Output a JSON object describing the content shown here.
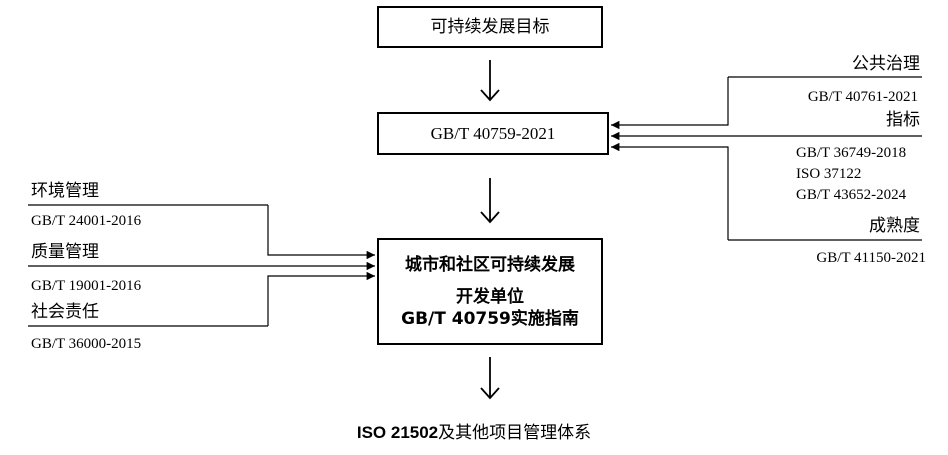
{
  "top_goal": "可持续发展目标",
  "core_standard": "GB/T 40759-2021",
  "center_box": {
    "line1": "城市和社区可持续发展",
    "line2": "开发单位",
    "line3": "GB/T 40759实施指南"
  },
  "bottom": {
    "bold_part": "ISO 21502",
    "rest": "及其他项目管理体系"
  },
  "left_inputs": [
    {
      "label": "环境管理",
      "standard": "GB/T 24001-2016"
    },
    {
      "label": "质量管理",
      "standard": "GB/T 19001-2016"
    },
    {
      "label": "社会责任",
      "standard": "GB/T 36000-2015"
    }
  ],
  "right_inputs": [
    {
      "label": "公共治理",
      "standards": [
        "GB/T 40761-2021"
      ]
    },
    {
      "label": "指标",
      "standards": [
        "GB/T 36749-2018",
        "ISO 37122",
        "GB/T 43652-2024"
      ]
    },
    {
      "label": "成熟度",
      "standards": [
        "GB/T 41150-2021"
      ]
    }
  ]
}
